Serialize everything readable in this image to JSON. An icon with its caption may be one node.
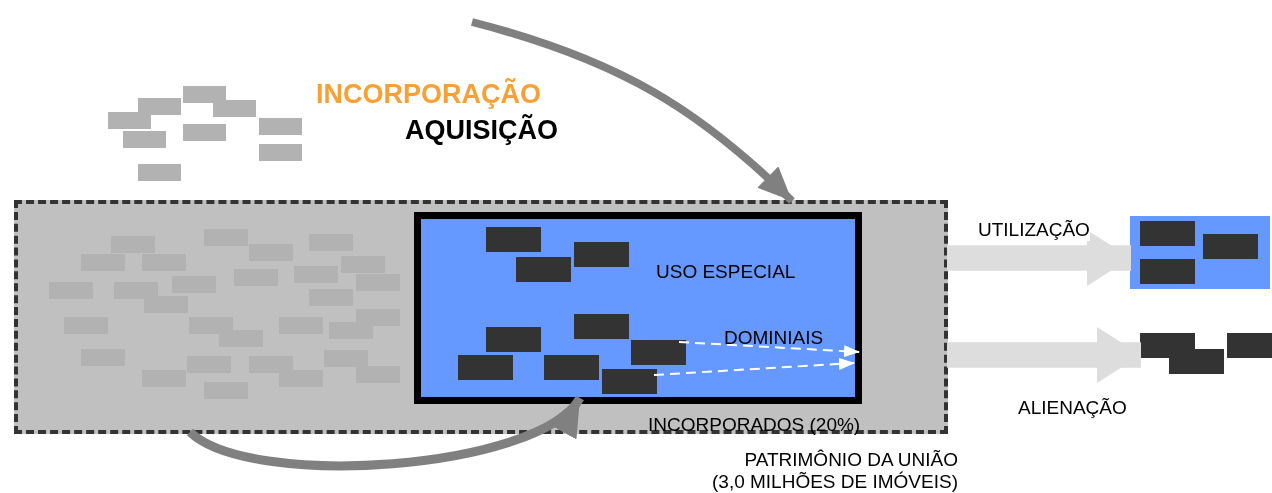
{
  "diagram": {
    "nodes": [
      {
        "text": [
          "PATRIMÔNIO DA UNIÃO (3,0 MILHÕES DE IMÓVEIS)"
        ]
      },
      {
        "text": [
          "USO ESPECIAL",
          "DOMINIAIS"
        ],
        "beside": [
          "INCORPORADOS (20%)"
        ],
        "in": 0
      },
      {
        "text": [],
        "shape": "box"
      },
      {
        "text": [],
        "shape": "box"
      },
      {
        "text": [],
        "shape": "box"
      }
    ],
    "edges": [
      {
        "from": null,
        "to": 0,
        "arrow": "to"
      },
      {
        "from": 0,
        "to": 1,
        "arrow": "to"
      },
      {
        "from": 0,
        "to": 2,
        "arrow": "to",
        "label": "UTILIZAÇÃO",
        "style": "thick",
        "color": "#dddddd"
      },
      {
        "from": 0,
        "to": 3,
        "arrow": "to",
        "label": "ALIENAÇÃO",
        "style": "thick",
        "color": "#dddddd"
      }
    ],
    "labels": [
      "INCORPORAÇÃO",
      "AQUISIÇÃO"
    ]
  }
}
